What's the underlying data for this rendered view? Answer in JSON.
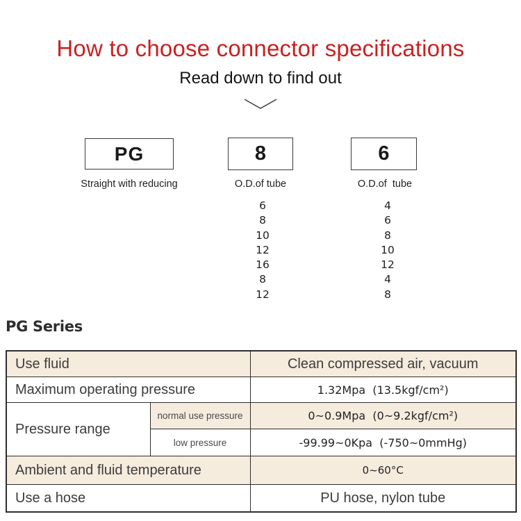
{
  "header": {
    "title": "How to choose connector specifications",
    "subtitle": "Read down to find out"
  },
  "code_breakdown": {
    "segments": [
      {
        "code": "PG",
        "label": "Straight with reducing",
        "options": []
      },
      {
        "code": "8",
        "label": "O.D.of tube",
        "options": [
          "6",
          "8",
          "10",
          "12",
          "16",
          "8",
          "12"
        ]
      },
      {
        "code": "6",
        "label": "O.D.of  tube",
        "options": [
          "4",
          "6",
          "8",
          "10",
          "12",
          "4",
          "8"
        ]
      }
    ]
  },
  "series": {
    "heading": "PG Series",
    "table": {
      "use_fluid": {
        "label": "Use fluid",
        "value": "Clean compressed air, vacuum"
      },
      "max_pressure": {
        "label": "Maximum operating pressure",
        "value": "1.32Mpa  (13.5kgf/cm²)"
      },
      "pressure_range": {
        "label": "Pressure range",
        "normal": {
          "label": "normal use pressure",
          "value": "0~0.9Mpa  (0~9.2kgf/cm²)"
        },
        "low": {
          "label": "low pressure",
          "value": "-99.99~0Kpa  (-750~0mmHg)"
        }
      },
      "ambient_temp": {
        "label": "Ambient and fluid temperature",
        "value": "0~60°C"
      },
      "hose": {
        "label": "Use a hose",
        "value": "PU hose, nylon tube"
      }
    }
  },
  "colors": {
    "title_red": "#c9211f",
    "band_beige": "#f5ecdd",
    "border_dark": "#2e2e2e",
    "text_dark": "#3c3c3c"
  }
}
